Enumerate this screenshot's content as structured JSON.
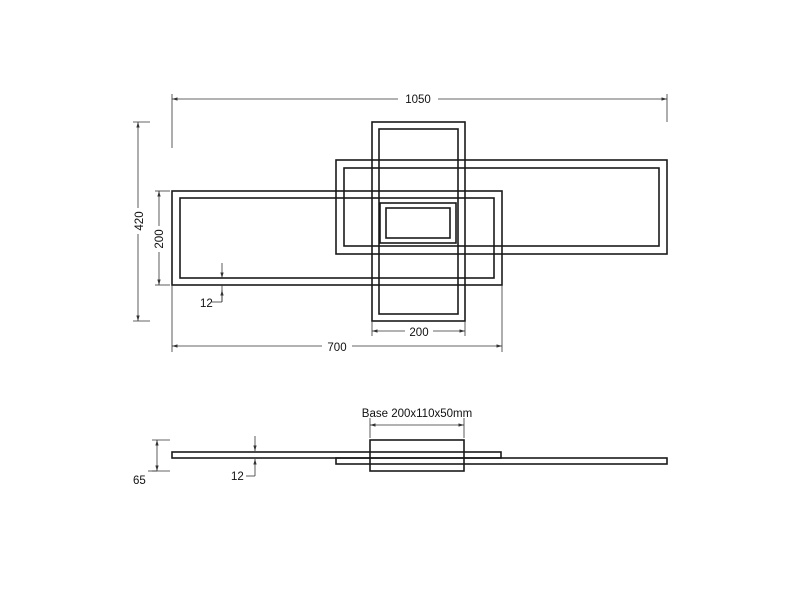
{
  "top_view": {
    "overall_width_label": "1050",
    "overall_height_label": "420",
    "left_frame_height_label": "200",
    "profile_width_label": "12",
    "vertical_frame_width_label": "200",
    "left_frame_width_label": "700"
  },
  "side_view": {
    "base_label": "Base 200x110x50mm",
    "total_height_label": "65",
    "profile_thickness_label": "12"
  },
  "colors": {
    "line": "#1a1a1a",
    "dimension": "#333333",
    "background": "#ffffff"
  }
}
